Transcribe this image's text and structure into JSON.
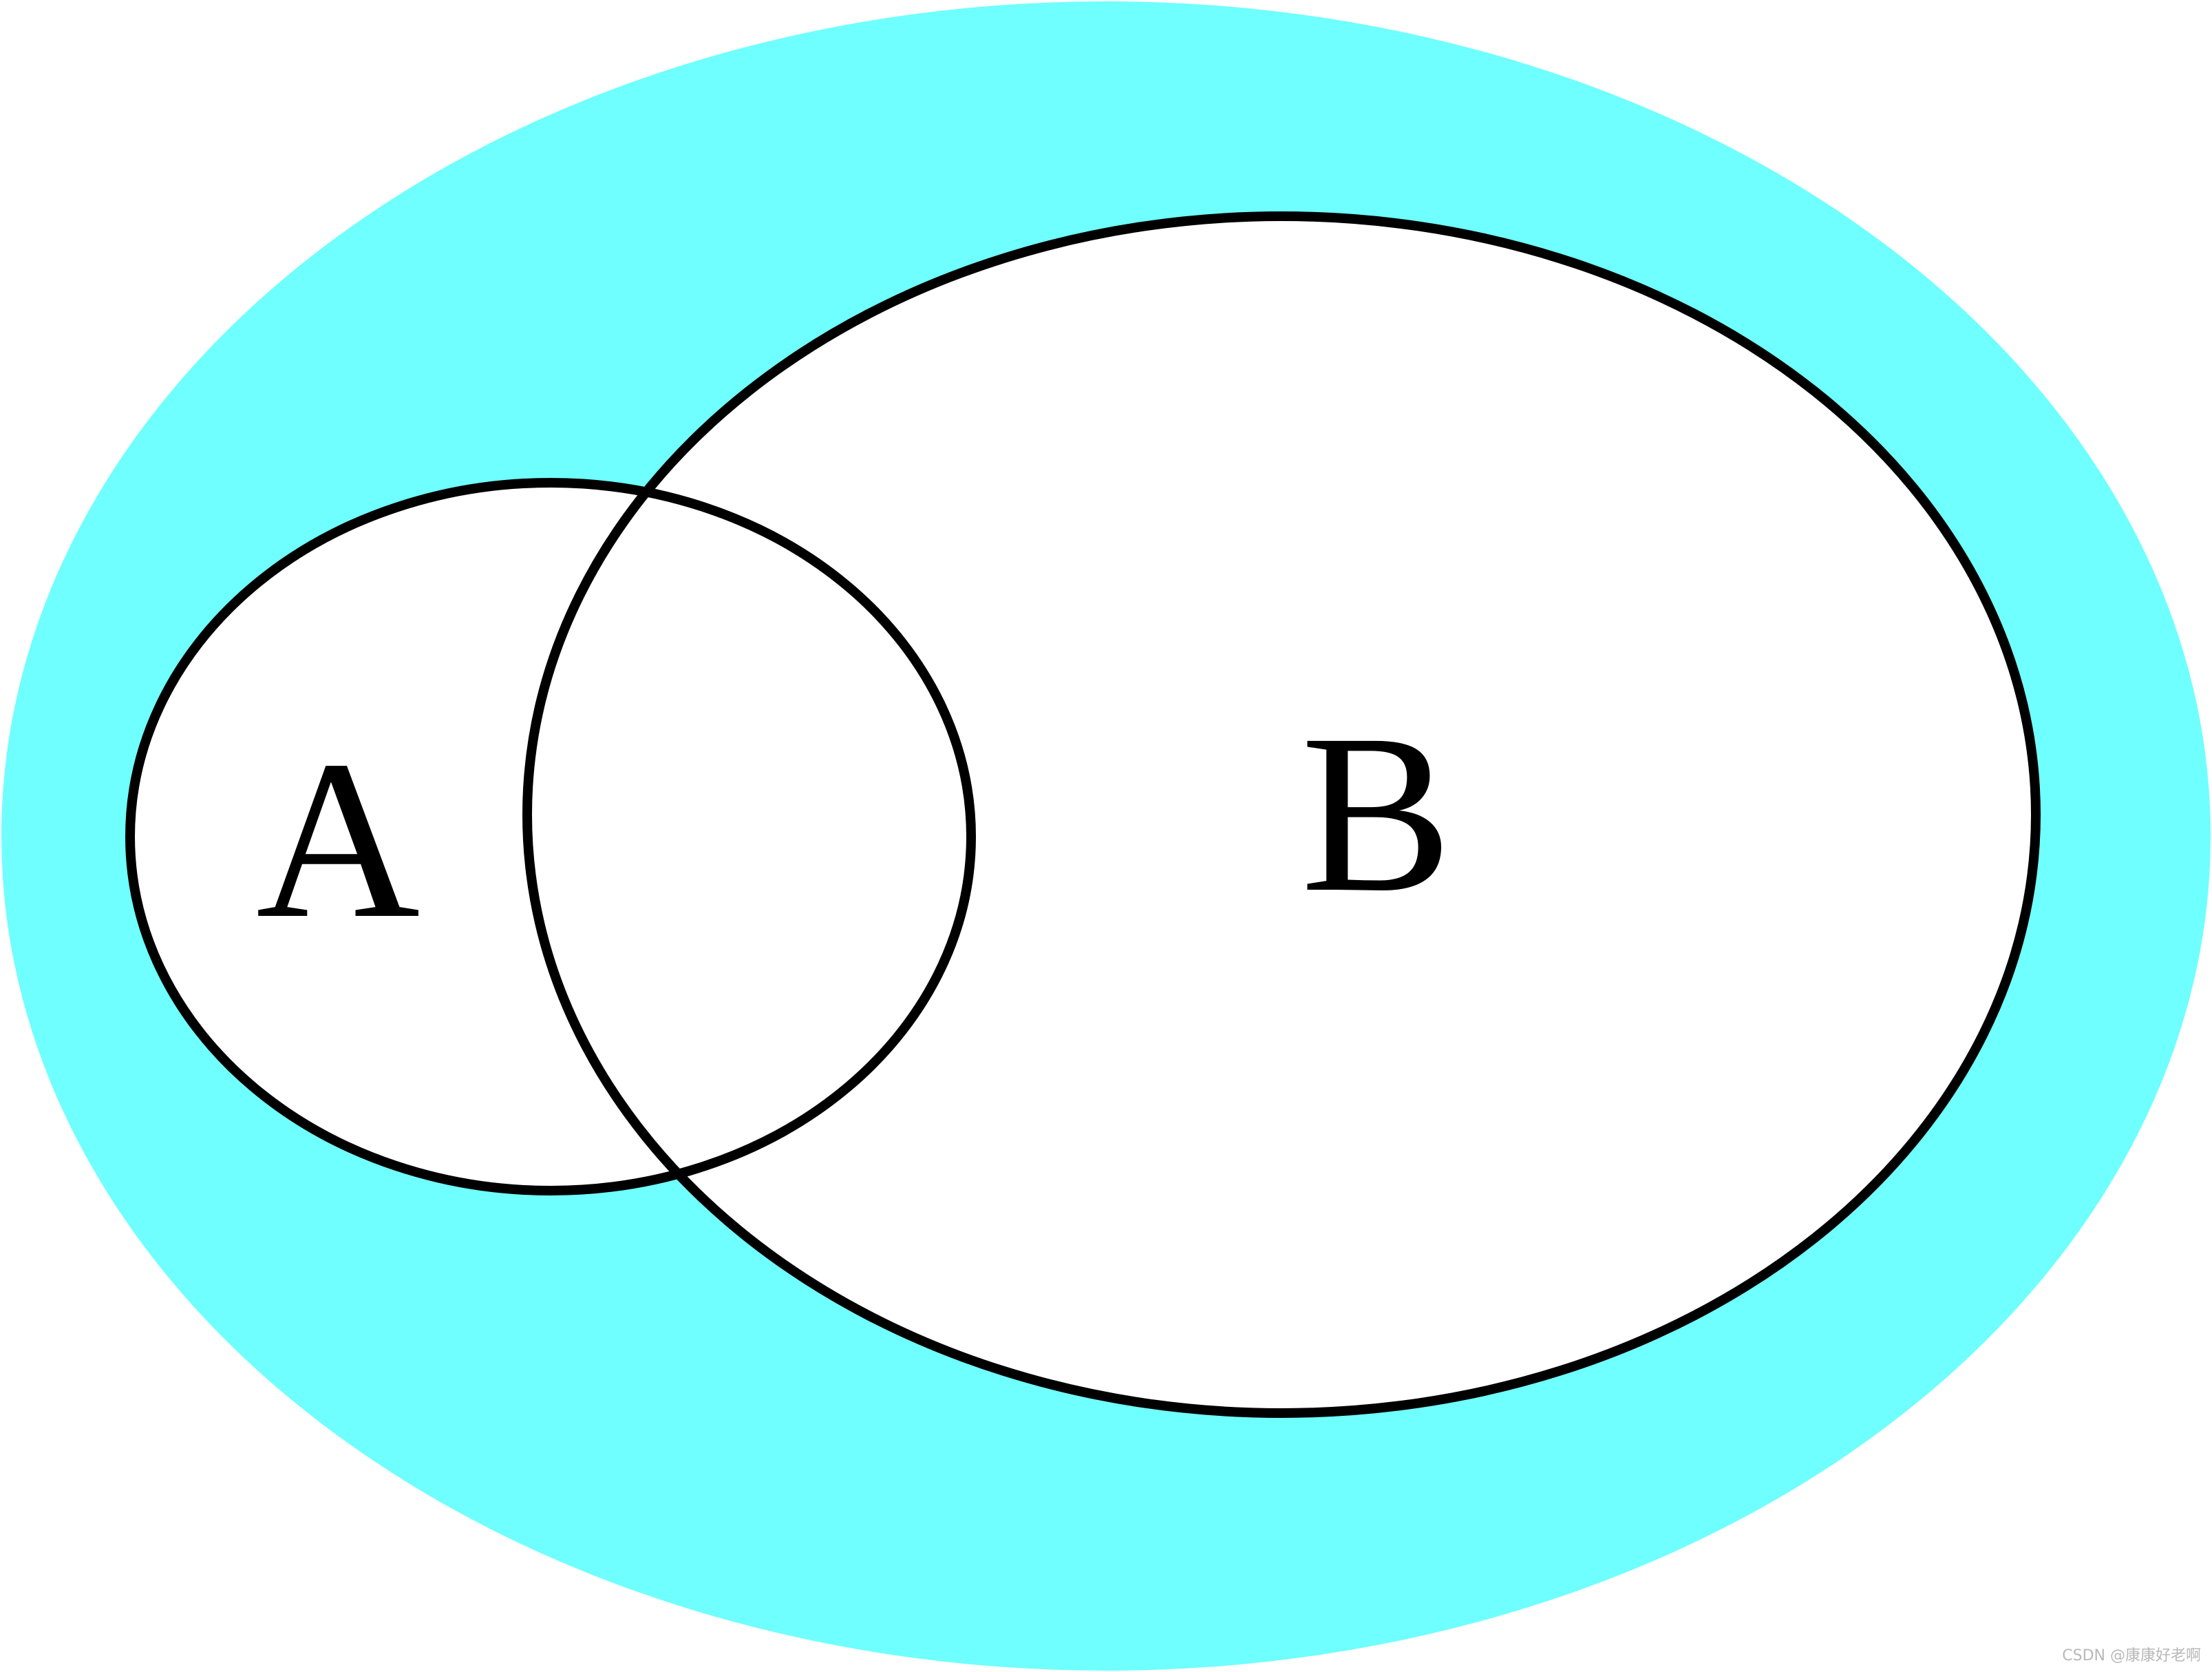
{
  "diagram": {
    "colors": {
      "universe_fill": "#6fffff",
      "set_fill": "#ffffff",
      "outline": "#000000"
    },
    "sets": {
      "a": {
        "label": "A"
      },
      "b": {
        "label": "B"
      }
    }
  },
  "watermark": "CSDN @康康好老啊"
}
